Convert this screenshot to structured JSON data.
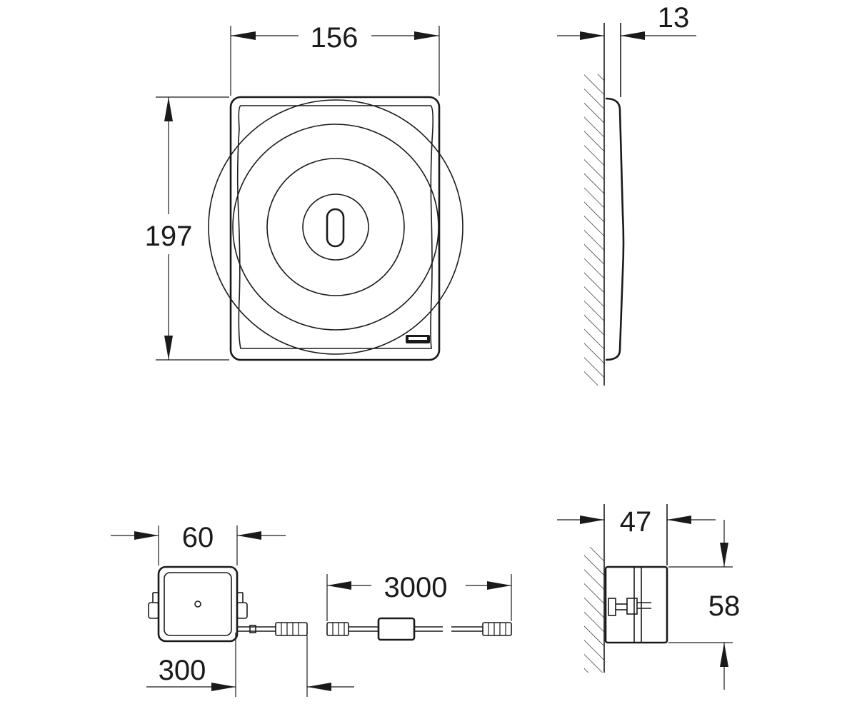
{
  "dimensions": {
    "plate_width": "156",
    "plate_height": "197",
    "plate_depth": "13",
    "box_width": "60",
    "box_cable": "300",
    "cable_length": "3000",
    "box_depth": "47",
    "box_height": "58"
  },
  "colors": {
    "line": "#1a1a1a",
    "background": "#ffffff"
  }
}
